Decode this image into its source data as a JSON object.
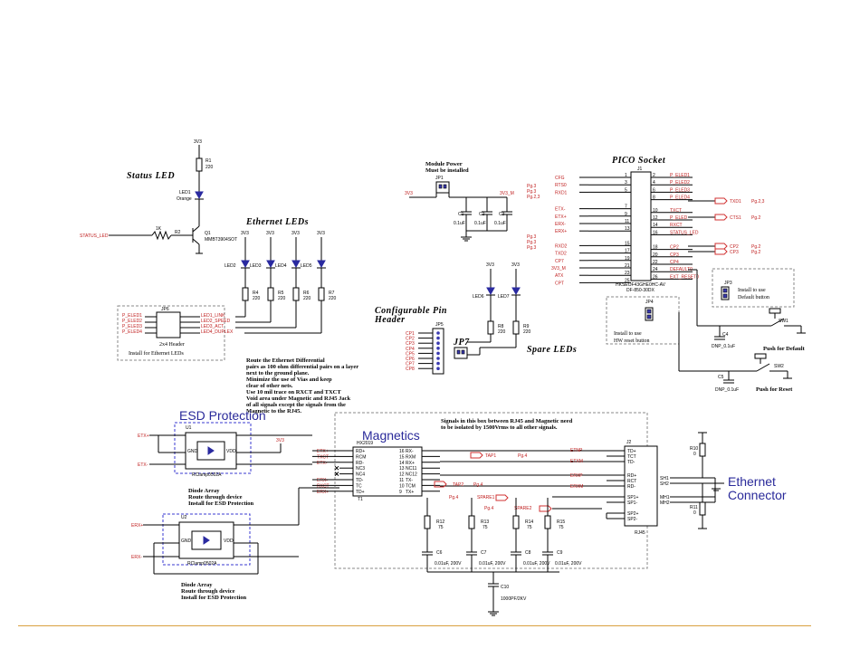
{
  "status_led": {
    "title": "Status LED",
    "rail": "3V3",
    "r1": {
      "ref": "R1",
      "val": "220"
    },
    "led1": {
      "ref": "LED1",
      "color": "Orange"
    },
    "q1": {
      "ref": "Q1",
      "part": "MMBT3904SOT"
    },
    "r2": {
      "ref": "R2",
      "val": "1K"
    },
    "net": "STATUS_LED"
  },
  "ethernet_leds": {
    "title": "Ethernet LEDs",
    "rails": [
      "3V3",
      "3V3",
      "3V3",
      "3V3"
    ],
    "leds": [
      "LED2",
      "LED3",
      "LED4",
      "LED5"
    ],
    "resistors": [
      {
        "ref": "R4",
        "val": "220"
      },
      {
        "ref": "R5",
        "val": "220"
      },
      {
        "ref": "R6",
        "val": "220"
      },
      {
        "ref": "R7",
        "val": "220"
      }
    ],
    "jp_ref": "JP6",
    "jp_left_nets": [
      "P_ELED1",
      "P_ELED2",
      "P_ELED3",
      "P_ELED4"
    ],
    "jp_right_nets": [
      "LED1_LINK",
      "LED2_SPEED",
      "LED3_ACT",
      "LED4_DUPLEX"
    ],
    "jp_part": "2x4 Header",
    "jp_note": "Install for Ethernet LEDs"
  },
  "routing_notes": [
    "Route the Ethernet Differential",
    "pairs as 100 ohm differential pairs on a layer",
    "next to the ground plane.",
    "Minimize the use of Vias and keep",
    "clear of other nets.",
    "Use 10 mil trace on RXCT and TXCT",
    "Void area under Magnetic and RJ45 Jack",
    "of all signals except the signals from the",
    "Magnetic to the RJ45."
  ],
  "module_power": {
    "title_lines": [
      "Module Power",
      "Must be installed"
    ],
    "jp": "JP1",
    "left_rail": "3V3",
    "right_rail": "3V3_M",
    "caps": [
      {
        "ref": "C1",
        "val": "0.1uF"
      },
      {
        "ref": "C2",
        "val": "0.1uF"
      },
      {
        "ref": "C3",
        "val": "0.1uF"
      }
    ]
  },
  "pico_socket": {
    "title": "PICO Socket",
    "ref": "J1",
    "part": "HKSEOF43GHE0HC-AV",
    "sub": "DF-850-30DX",
    "left_nets": [
      "CFG",
      "RTS0",
      "RXD1",
      "ETX-",
      "ETX+",
      "ERX-",
      "ERX+",
      "RXD2",
      "TXD2",
      "CP7",
      "3V3_M",
      "ATX",
      "CPT"
    ],
    "right_nets": [
      "P_ELED1",
      "P_ELED2",
      "P_ELED3",
      "P_ELED4",
      "TXCT",
      "P_ELED",
      "RXCT",
      "STATUS_LED",
      "CP2",
      "CP3",
      "CP4",
      "DEFAULT0",
      "EXT_RESET0"
    ],
    "pages_left": [
      "Pg.3",
      "Pg.3",
      "Pg.2,3",
      "Pg.3",
      "Pg.3",
      "Pg.3"
    ],
    "txd1": "TXD1",
    "txd1_pg": "Pg.2,3",
    "cts1": "CTS1",
    "cts1_pg": "Pg.2",
    "cp2": "CP2",
    "cp3": "CP3",
    "cp_pg": "Pg.2"
  },
  "jumpers": {
    "jp3": {
      "ref": "JP3",
      "note_lines": [
        "Install to use",
        "Default button"
      ]
    },
    "jp4": {
      "ref": "JP4",
      "note_lines": [
        "Install to use",
        "HW reset button"
      ]
    },
    "jp7": "JP7",
    "c4": {
      "ref": "C4",
      "val": "DNP_0.1uF"
    },
    "c5": {
      "ref": "C5",
      "val": "DNP_0.1uF"
    },
    "sw1": {
      "ref": "SW1",
      "label": "Push for Default"
    },
    "sw2": {
      "ref": "SW2",
      "label": "Push for Reset"
    }
  },
  "config_pin": {
    "title_lines": [
      "Configurable Pin",
      "Header"
    ],
    "jp_ref": "JP5",
    "nets": [
      "CP1",
      "CP2",
      "CP3",
      "CP4",
      "CP5",
      "CP6",
      "CP7",
      "CP8"
    ]
  },
  "spare_leds": {
    "title": "Spare LEDs",
    "rails": [
      "3V3",
      "3V3"
    ],
    "leds": [
      "LED6",
      "LED7"
    ],
    "resistors": [
      {
        "ref": "R8",
        "val": "220"
      },
      {
        "ref": "R9",
        "val": "220"
      }
    ]
  },
  "esd": {
    "title": "ESD Protection",
    "u1": {
      "ref": "U1",
      "part": "RClamp0502A",
      "nets": [
        "ETX+",
        "ETX-"
      ]
    },
    "u2": {
      "ref": "U2",
      "part": "RClamp0502A",
      "nets": [
        "ERX+",
        "ERX-"
      ]
    },
    "rail": "3V3",
    "pin_gnd": "GND",
    "pin_vdd": "VDD",
    "note1": [
      "Diode Array",
      "Route through device",
      "Install for ESD Protection"
    ],
    "note2": [
      "Diode Array",
      "Route through device",
      "Install for ESD Protection"
    ]
  },
  "magnetics": {
    "title": "Magnetics",
    "ref": "T1",
    "part": "HX2019",
    "left_pins": [
      "RD+",
      "RCM",
      "RD-",
      "NC3",
      "NC4",
      "TD-",
      "TC",
      "TD+"
    ],
    "right_pins": [
      "RX-",
      "RXM",
      "RX+",
      "NC11",
      "NC12",
      "TX-",
      "TCM",
      "TX+"
    ],
    "left_nets": [
      "ETX+",
      "TXCT",
      "ETX-",
      "",
      "",
      "ERX-",
      "RXCT",
      "ERX+"
    ],
    "tap1": "TAP1",
    "tap2": "TAP2",
    "pg4": "Pg.4",
    "note_lines": [
      "Signals in this box between RJ45 and Magnetic need",
      "to be isolated by 1500Vrms to all other signals."
    ],
    "resistors": [
      {
        "ref": "R12",
        "val": "75"
      },
      {
        "ref": "R13",
        "val": "75"
      },
      {
        "ref": "R14",
        "val": "75"
      },
      {
        "ref": "R15",
        "val": "75"
      }
    ],
    "caps": [
      {
        "ref": "C6",
        "val": "0.01uF, 200V"
      },
      {
        "ref": "C7",
        "val": "0.01uF, 200V"
      },
      {
        "ref": "C8",
        "val": "0.01uF, 200V"
      },
      {
        "ref": "C9",
        "val": "0.01uF, 200V"
      }
    ],
    "c10": {
      "ref": "C10",
      "val": "1000PF/2KV"
    },
    "spare1": "SPARE1",
    "spare2": "SPARE2"
  },
  "rj45": {
    "ref": "J2",
    "part": "RJ45",
    "pins": [
      "TD+",
      "TCT",
      "TD-",
      "RD+",
      "RCT",
      "RD-",
      "SP1+",
      "SP1-",
      "SP2+",
      "SP2-"
    ],
    "nets": [
      "ETNP",
      "ETXM",
      "ERXP",
      "ERXM"
    ],
    "shield": [
      "SH1",
      "SH2",
      "MH1",
      "MH2"
    ],
    "r10": {
      "ref": "R10",
      "val": "0"
    },
    "r11": {
      "ref": "R11",
      "val": "0"
    },
    "connector_label_lines": [
      "Ethernet",
      "Connector"
    ]
  }
}
